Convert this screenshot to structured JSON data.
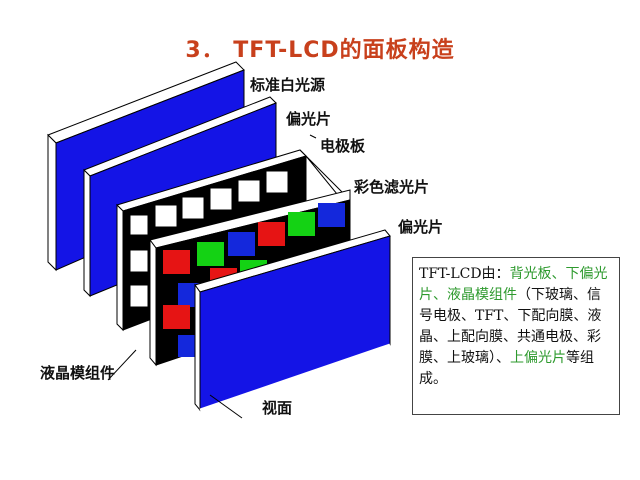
{
  "title": "3． TFT-LCD的面板构造",
  "labels": {
    "backlight": "标准白光源",
    "polarizer_lower": "偏光片",
    "electrode": "电极板",
    "color_filter": "彩色滤光片",
    "polarizer_upper": "偏光片",
    "lc_module": "液晶模组件",
    "view": "视面"
  },
  "info": {
    "prefix": "TFT-LCD由：",
    "green1": "背光板、下偏光片、液晶模组件",
    "middle": "（下玻璃、信号电极、TFT、下配向膜、液晶、上配向膜、共通电极、彩膜、上玻璃）、",
    "green2": "上偏光片",
    "suffix": "等组成。"
  },
  "colors": {
    "title": "#c8401c",
    "panel_blue": "#1414e6",
    "filter_red": "#e61414",
    "filter_green": "#14d214",
    "filter_blue": "#1428dc",
    "highlight_green": "#2e9a2e"
  }
}
